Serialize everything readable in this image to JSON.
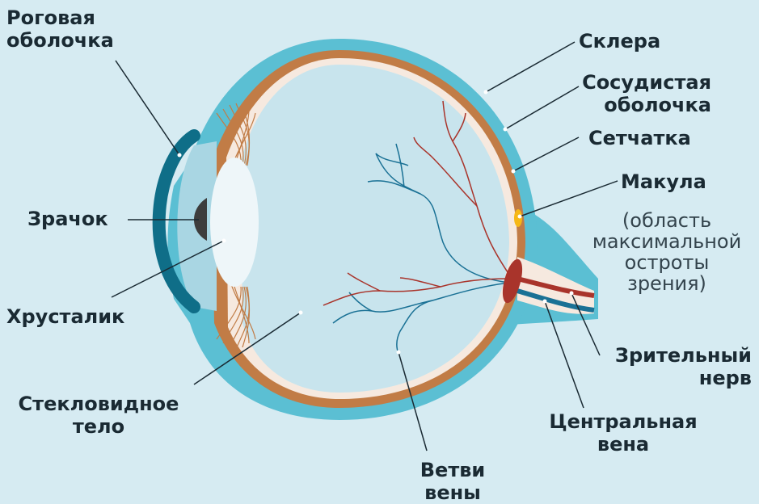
{
  "labels": {
    "cornea": [
      "Роговая",
      "оболочка"
    ],
    "pupil": "Зрачок",
    "lens": "Хрусталик",
    "vitreous": [
      "Стекловидное",
      "тело"
    ],
    "vein_branches": [
      "Ветви",
      "вены"
    ],
    "sclera": "Склера",
    "choroid": [
      "Сосудистая",
      "оболочка"
    ],
    "retina": "Сетчатка",
    "macula": "Макула",
    "macula_note": [
      "(область",
      "максимальной",
      "остроты",
      "зрения)"
    ],
    "optic_nerve": [
      "Зрительный",
      "нерв"
    ],
    "central_vein": [
      "Центральная",
      "вена"
    ]
  },
  "colors": {
    "background": "#d6ebf2",
    "sclera": "#5bbfd3",
    "choroid": "#c17c46",
    "retina": "#f6e9df",
    "vitreous": "#c8e4ed",
    "cornea": "#0f6e88",
    "iris": "#3d3d3d",
    "lens": "#eef6f9",
    "vein": "#1a7195",
    "artery": "#a9342b",
    "macula": "#f6b816"
  }
}
